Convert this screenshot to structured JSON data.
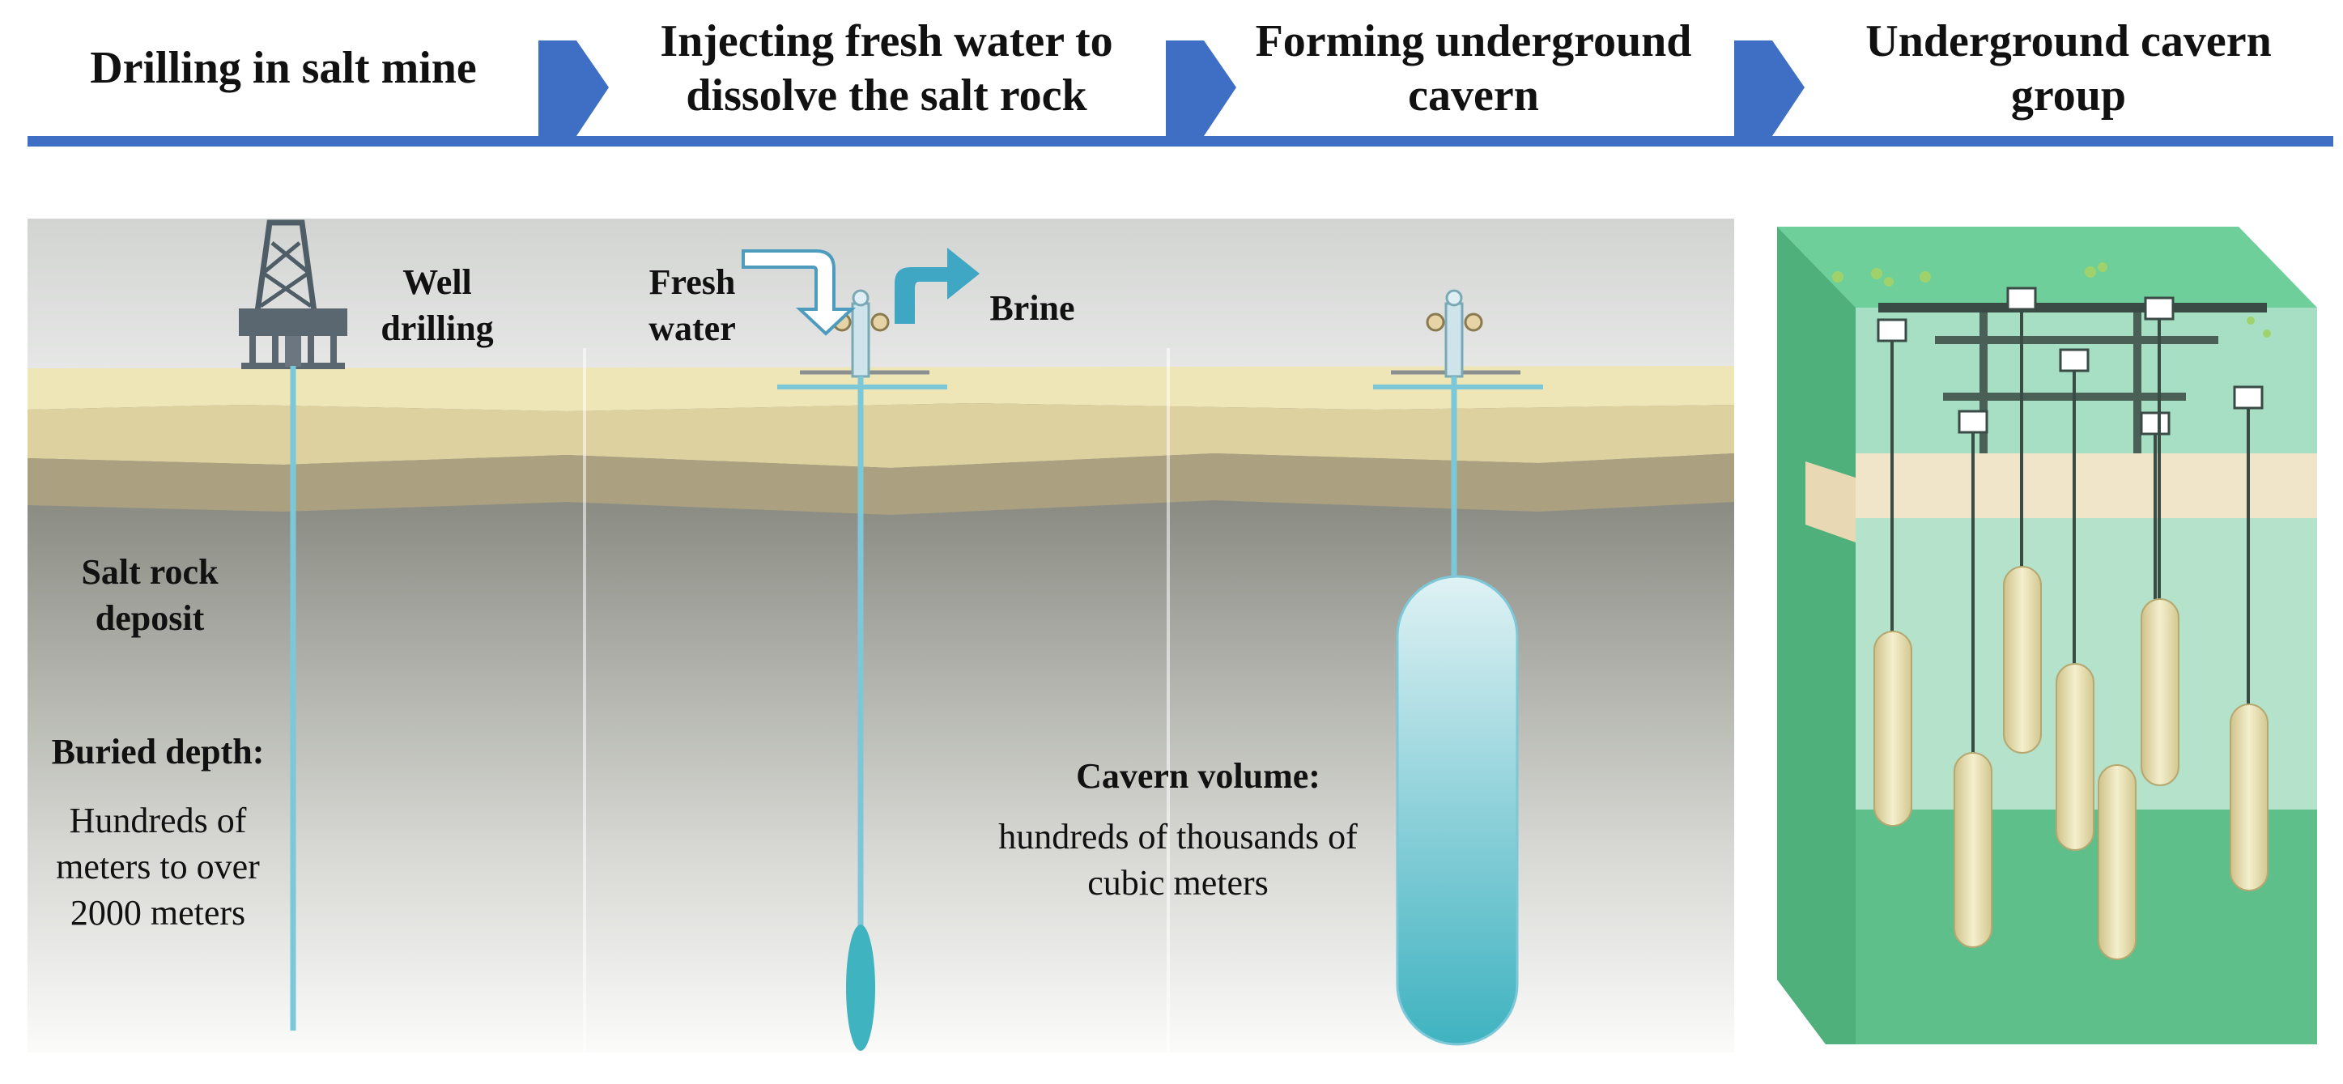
{
  "steps": [
    {
      "title": "Drilling in salt mine"
    },
    {
      "title": "Injecting fresh water to dissolve the salt rock"
    },
    {
      "title": "Forming underground cavern"
    },
    {
      "title": "Underground cavern group"
    }
  ],
  "panel1": {
    "well_label": "Well drilling",
    "deposit_label": "Salt rock deposit",
    "depth_heading": "Buried depth:",
    "depth_text": "Hundreds of meters to over 2000 meters"
  },
  "panel2": {
    "fresh_label": "Fresh water",
    "brine_label": "Brine"
  },
  "panel3": {
    "volume_heading": "Cavern volume:",
    "volume_text": "hundreds of thousands of cubic meters"
  },
  "colors": {
    "accent_blue": "#3f6fc4",
    "teal": "#3fb3c4",
    "pipe": "#7cc8d8",
    "sand": "#efe6b8",
    "dark_rock": "#6e7064",
    "block_green": "#5fbf8a"
  }
}
